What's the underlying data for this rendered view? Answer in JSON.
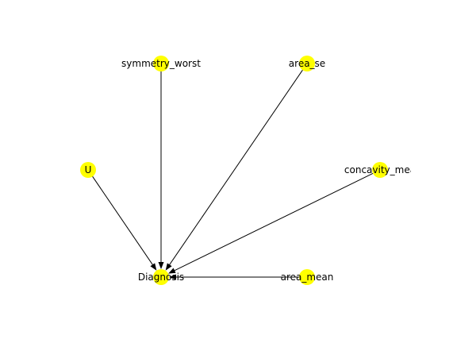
{
  "graph": {
    "node_color": "#ffff00",
    "edge_color": "#000000",
    "target": "Diagnosis",
    "nodes": [
      {
        "id": "symmetry_worst",
        "label": "symmetry_worst"
      },
      {
        "id": "area_se",
        "label": "area_se"
      },
      {
        "id": "U",
        "label": "U"
      },
      {
        "id": "concavity_mean",
        "label": "concavity_mea"
      },
      {
        "id": "Diagnosis",
        "label": "Diagnosis"
      },
      {
        "id": "area_mean",
        "label": "area_mean"
      }
    ],
    "edges": [
      {
        "from": "symmetry_worst",
        "to": "Diagnosis"
      },
      {
        "from": "area_se",
        "to": "Diagnosis"
      },
      {
        "from": "U",
        "to": "Diagnosis"
      },
      {
        "from": "concavity_mean",
        "to": "Diagnosis"
      },
      {
        "from": "area_mean",
        "to": "Diagnosis"
      }
    ]
  }
}
